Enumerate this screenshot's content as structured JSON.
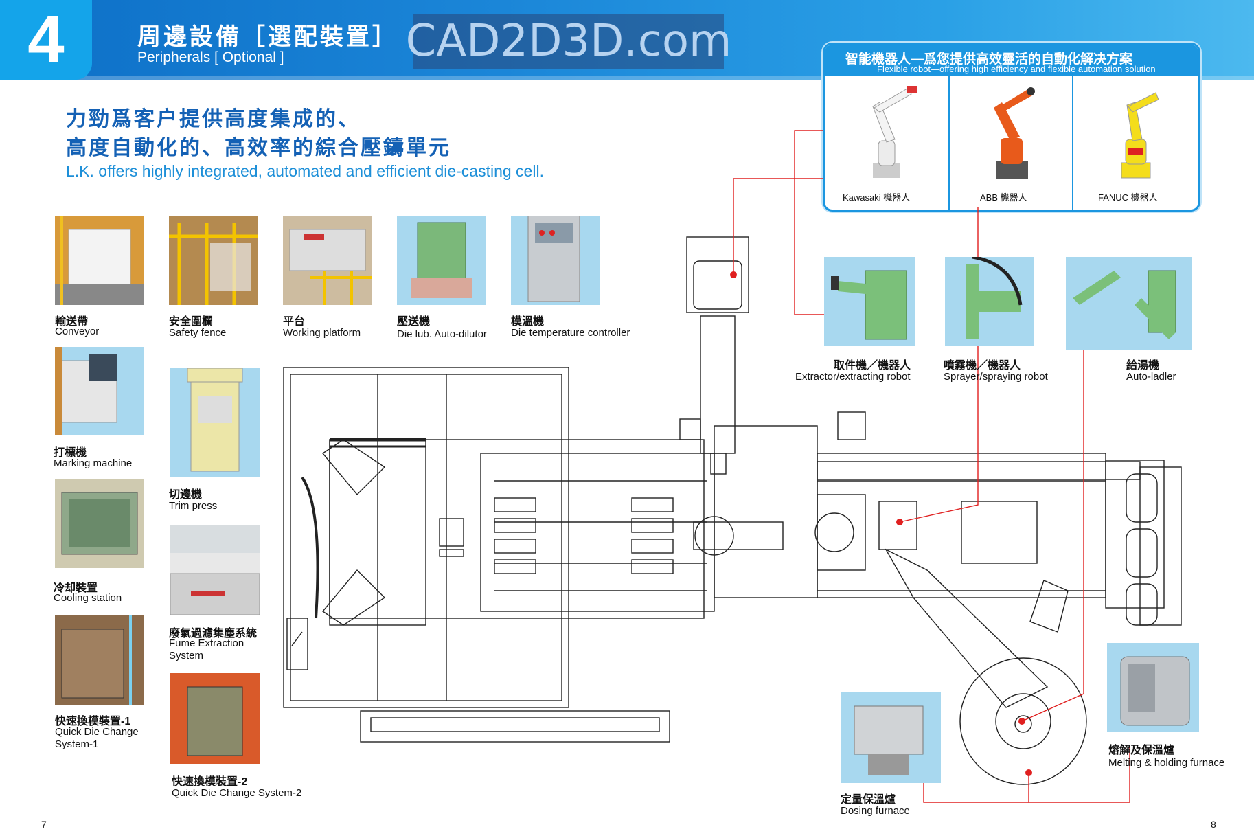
{
  "header": {
    "section_number": "4",
    "title_cn": "周邊設備［選配裝置］",
    "title_en": "Peripherals [ Optional ]",
    "watermark": "CAD2D3D.com",
    "accent_color": "#1b86d8"
  },
  "intro": {
    "line1_cn": "力勁爲客户提供高度集成的、",
    "line2_cn": "高度自動化的、高效率的綜合壓鑄單元",
    "line_en": "L.K. offers highly integrated, automated and efficient die-casting cell."
  },
  "robot_panel": {
    "title_cn": "智能機器人—爲您提供高效靈活的自動化解决方案",
    "title_en": "Flexible robot—offering high efficiency and flexible automation solution",
    "robots": [
      {
        "label": "Kawasaki  機器人",
        "icon": "kawasaki-robot-icon",
        "color": "#f2f2f2"
      },
      {
        "label": "ABB  機器人",
        "icon": "abb-robot-icon",
        "color": "#e85a1b"
      },
      {
        "label": "FANUC  機器人",
        "icon": "fanuc-robot-icon",
        "color": "#f4dd1c"
      }
    ]
  },
  "peripherals": {
    "conveyor": {
      "cn": "輸送帶",
      "en": "Conveyor"
    },
    "safety_fence": {
      "cn": "安全圍欄",
      "en": "Safety fence"
    },
    "working_platform": {
      "cn": "平台",
      "en": "Working platform"
    },
    "die_lub": {
      "cn": "壓送機",
      "en": "Die lub. Auto-dilutor"
    },
    "die_temp": {
      "cn": "模溫機",
      "en": "Die temperature controller"
    },
    "marking_machine": {
      "cn": "打標機",
      "en": "Marking machine"
    },
    "trim_press": {
      "cn": "切邊機",
      "en": "Trim press"
    },
    "cooling_station": {
      "cn": "冷却裝置",
      "en": "Cooling station"
    },
    "fume_extraction": {
      "cn": "廢氣過濾集塵系統",
      "en_1": "Fume Extraction",
      "en_2": "System"
    },
    "qdc1": {
      "cn": "快速換模裝置-1",
      "en_1": "Quick Die Change",
      "en_2": "System-1"
    },
    "qdc2": {
      "cn": "快速換模裝置-2",
      "en": "Quick Die Change System-2"
    },
    "extractor": {
      "cn": "取件機／機器人",
      "en": "Extractor/extracting robot"
    },
    "sprayer": {
      "cn": "噴霧機／機器人",
      "en": "Sprayer/spraying robot"
    },
    "auto_ladler": {
      "cn": "給湯機",
      "en": "Auto-ladler"
    },
    "melting_furnace": {
      "cn": "熔解及保溫爐",
      "en": "Melting & holding furnace"
    },
    "dosing_furnace": {
      "cn": "定量保溫爐",
      "en": "Dosing furnace"
    }
  },
  "page_numbers": {
    "left": "7",
    "right": "8"
  },
  "colors": {
    "callout_line": "#e02020",
    "photo_bg": "#a8d8ef"
  }
}
